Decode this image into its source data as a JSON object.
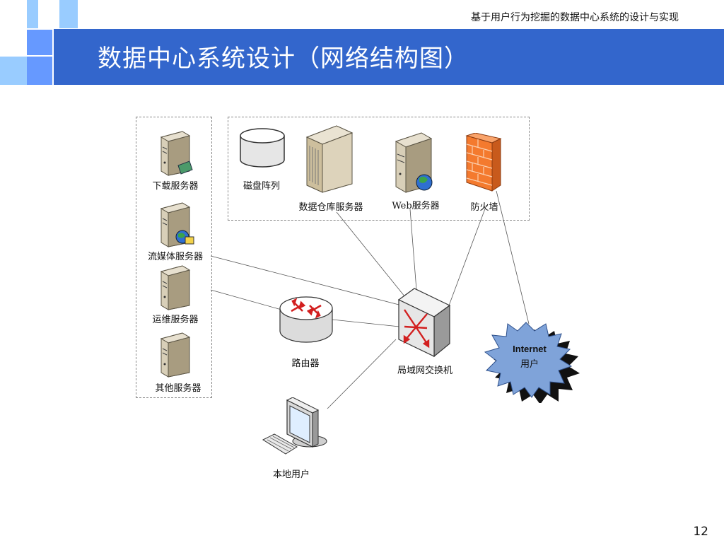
{
  "header": {
    "subtitle": "基于用户行为挖掘的数据中心系统的设计与实现",
    "title": "数据中心系统设计（网络结构图）"
  },
  "nodes": {
    "download_server": "下载服务器",
    "streaming_server": "流媒体服务器",
    "ops_server": "运维服务器",
    "other_server": "其他服务器",
    "disk_array": "磁盘阵列",
    "dw_server": "数据仓库服务器",
    "web_server": "Web服务器",
    "firewall": "防火墙",
    "router": "路由器",
    "lan_switch": "局域网交换机",
    "internet_user": {
      "line1": "Internet",
      "line2": "用户"
    },
    "local_user": "本地用户"
  },
  "footer": {
    "page_number": "12"
  },
  "colors": {
    "title_bar": "#3366cc",
    "deco_light": "#99ccff",
    "deco_mid": "#6699ff",
    "internet_cloud": "#7fa3d9"
  }
}
